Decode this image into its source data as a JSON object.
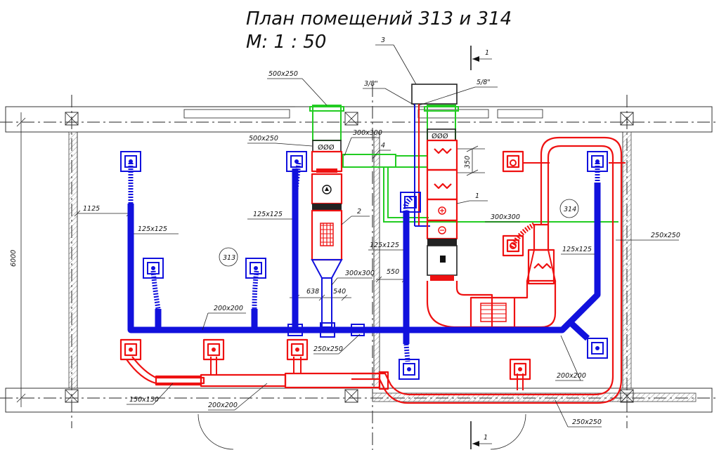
{
  "title": {
    "line1": "План помещений 313 и 314",
    "line2": "М: 1 : 50"
  },
  "rooms": {
    "room_313": "313",
    "room_314": "314"
  },
  "dimensions": {
    "overall_height": "6000",
    "offset_left": "1125",
    "offset_638": "638",
    "offset_540": "540",
    "offset_550": "550",
    "height_350": "350"
  },
  "duct_sizes": {
    "intake_top": "500x250",
    "intake_side": "500x250",
    "crossover_top": "300x300",
    "supply_125_left": "125x125",
    "supply_125_mid": "125x125",
    "supply_125_center": "125x125",
    "supply_125_right": "125x125",
    "exhaust_300_mid": "300x300",
    "exhaust_300_right": "300x300",
    "main_supply": "200x200",
    "main_exhaust": "250x250",
    "right_exhaust_side": "250x250",
    "right_supply_lower": "200x200",
    "bottom_left": "150x150",
    "bottom_mid": "200x200",
    "bottom_right": "250x250"
  },
  "callouts": {
    "c1": "1",
    "c2": "2",
    "c3": "3",
    "c4": "4",
    "pipe_38": "3/8\"",
    "pipe_58": "5/8\""
  },
  "section_marks": {
    "top": "1",
    "bottom": "1"
  },
  "colors": {
    "supply": "#1111dd",
    "exhaust": "#ee1111",
    "intake": "#22cc22",
    "linework": "#222222"
  }
}
